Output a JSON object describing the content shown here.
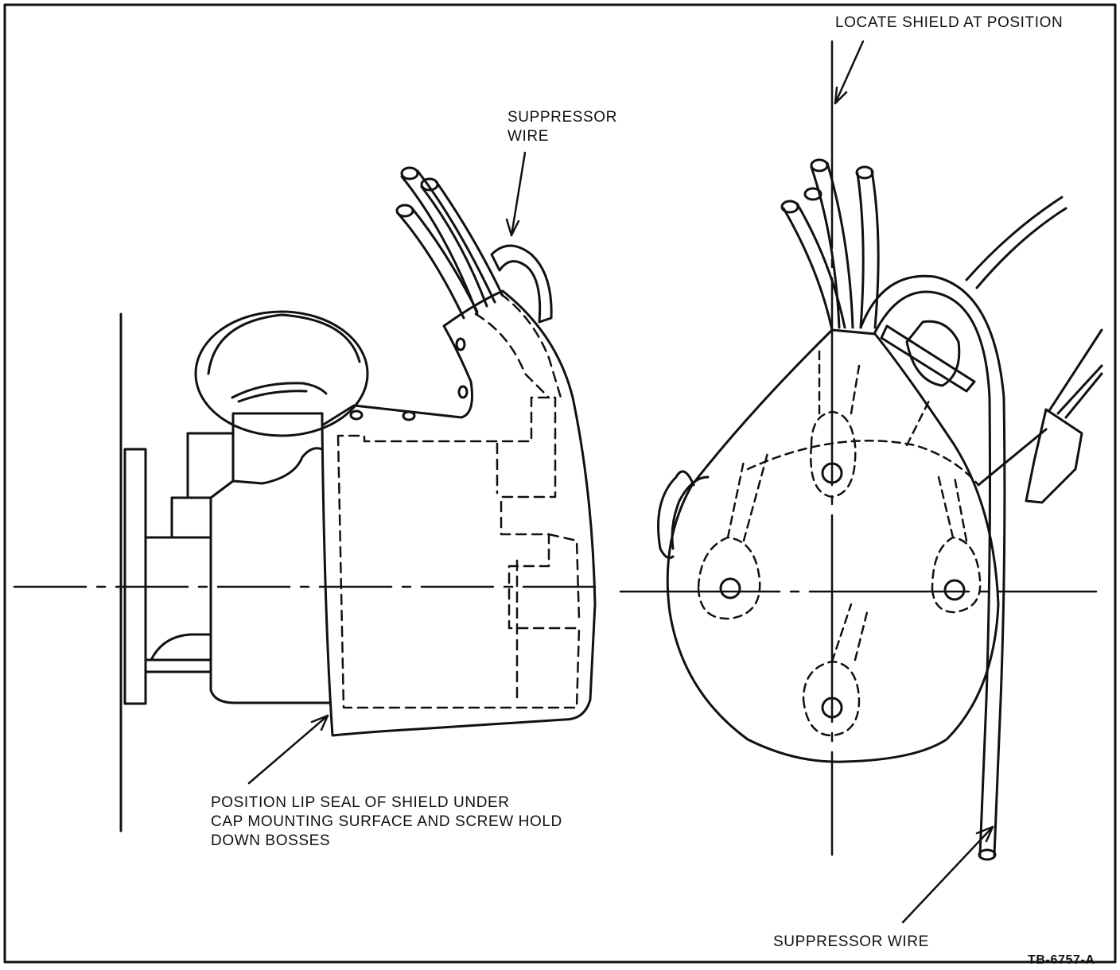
{
  "labels": {
    "locate_shield": "LOCATE SHIELD AT POSITION",
    "suppressor_wire_top_line1": "SUPPRESSOR",
    "suppressor_wire_top_line2": "WIRE",
    "lip_seal_line1": "POSITION LIP SEAL OF SHIELD UNDER",
    "lip_seal_line2": "CAP MOUNTING SURFACE AND SCREW HOLD",
    "lip_seal_line3": "DOWN BOSSES",
    "suppressor_wire_bottom": "SUPPRESSOR WIRE",
    "figure_id": "TB-6757-A"
  },
  "colors": {
    "ink": "#111111",
    "paper": "#ffffff"
  }
}
